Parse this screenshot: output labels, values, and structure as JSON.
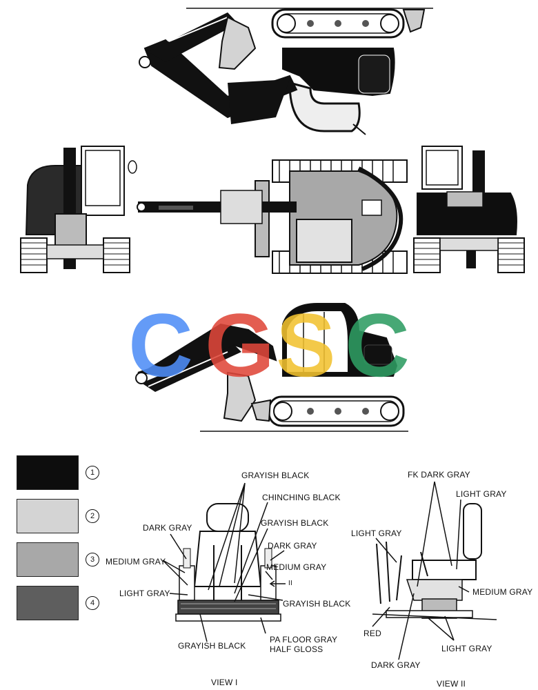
{
  "watermark": {
    "letters": [
      "C",
      "G",
      "S",
      "C"
    ],
    "colors": [
      "#4f8ef7",
      "#e0473a",
      "#f2c230",
      "#2e9d63"
    ]
  },
  "legend": [
    {
      "number": "1",
      "color": "#0d0d0d"
    },
    {
      "number": "2",
      "color": "#d4d4d4"
    },
    {
      "number": "3",
      "color": "#a8a8a8"
    },
    {
      "number": "4",
      "color": "#5e5e5e"
    }
  ],
  "view1": {
    "caption": "VIEW I",
    "arrow_label": "II",
    "labels": {
      "grayish_black_top": "GRAYISH BLACK",
      "chinching_black": "CHINCHING BLACK",
      "grayish_black_mid": "GRAYISH BLACK",
      "dark_gray_left": "DARK GRAY",
      "dark_gray_right": "DARK GRAY",
      "medium_gray_left": "MEDIUM GRAY",
      "medium_gray_right": "MEDIUM GRAY",
      "light_gray": "LIGHT GRAY",
      "grayish_black_low": "GRAYISH BLACK",
      "grayish_black_bottom": "GRAYISH BLACK",
      "pa_floor_gray": "PA FLOOR GRAY",
      "half_gloss": "HALF GLOSS"
    }
  },
  "view2": {
    "caption": "VIEW II",
    "labels": {
      "fk_dark_gray": "FK DARK GRAY",
      "light_gray_top": "LIGHT GRAY",
      "light_gray_left": "LIGHT GRAY",
      "medium_gray": "MEDIUM GRAY",
      "red": "RED",
      "light_gray_bottom": "LIGHT GRAY",
      "dark_gray": "DARK GRAY"
    }
  }
}
